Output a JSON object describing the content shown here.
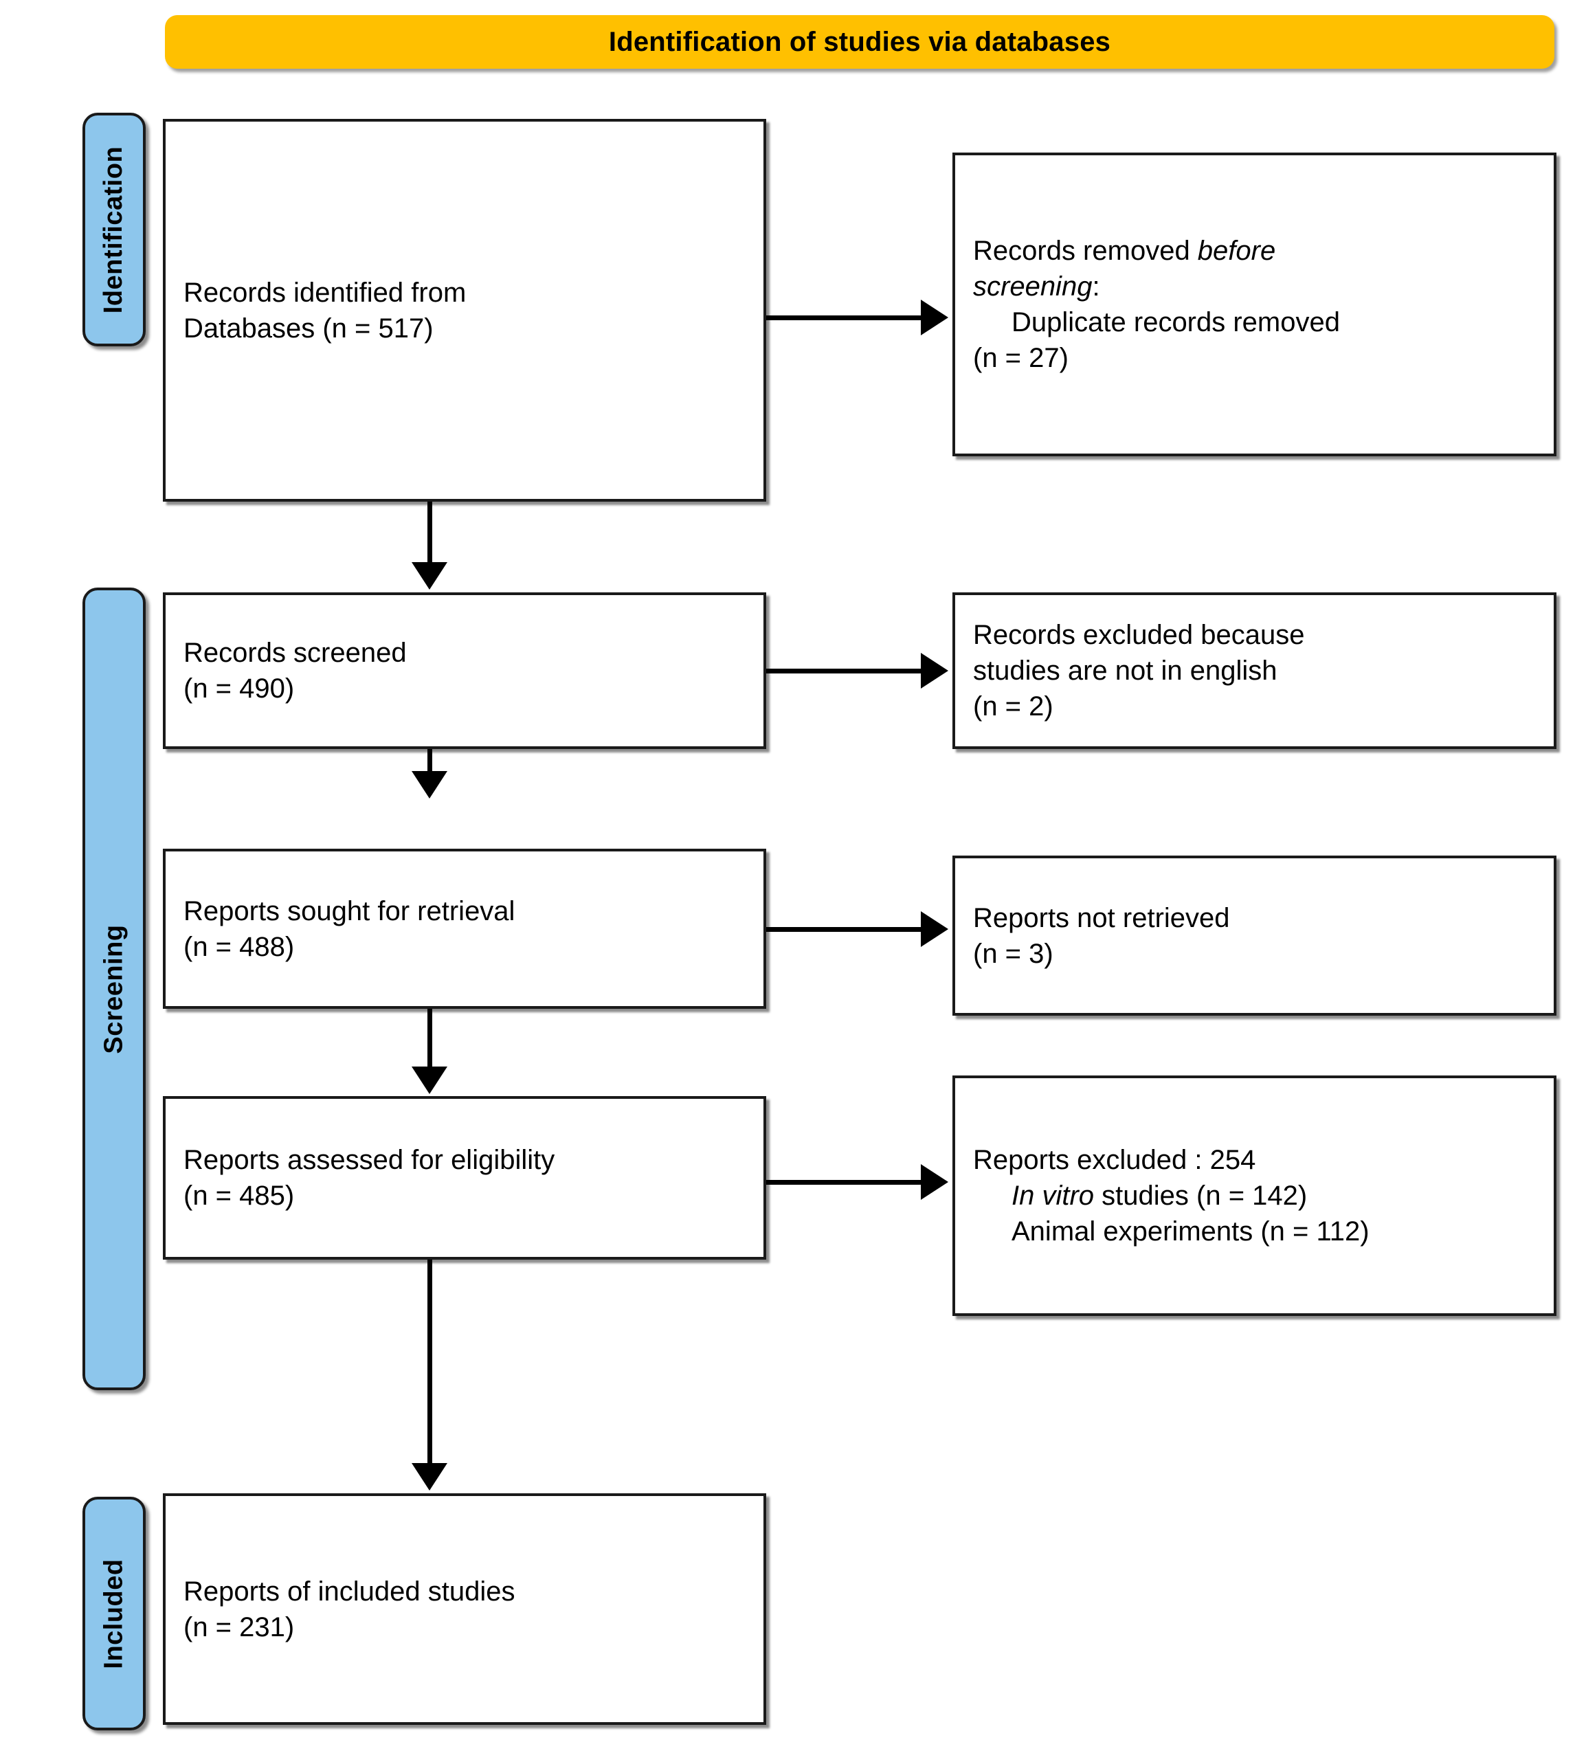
{
  "banner": {
    "title": "Identification of studies via databases"
  },
  "stages": [
    {
      "id": "identification",
      "label": "Identification"
    },
    {
      "id": "screening",
      "label": "Screening"
    },
    {
      "id": "included",
      "label": "Included"
    }
  ],
  "boxes": {
    "records_identified": {
      "line1": "Records identified from",
      "line2": "Databases (n = 517)"
    },
    "records_removed": {
      "line1_prefix": "Records removed ",
      "line1_italic": "before",
      "line2_italic": "screening",
      "line2_suffix": ":",
      "line3": "Duplicate records removed",
      "line4": "(n = 27)"
    },
    "records_screened": {
      "line1": "Records screened",
      "line2": "(n = 490)"
    },
    "records_excluded": {
      "line1": "Records excluded because",
      "line2": "studies are not in english",
      "line3": "(n = 2)"
    },
    "reports_sought": {
      "line1": "Reports sought for retrieval",
      "line2": "(n = 488)"
    },
    "reports_not_retrieved": {
      "line1": "Reports not retrieved",
      "line2": "(n = 3)"
    },
    "reports_assessed": {
      "line1": "Reports assessed for eligibility",
      "line2": "(n = 485)"
    },
    "reports_excluded": {
      "line1": "Reports excluded : 254",
      "line2_italic": "In vitro",
      "line2_suffix": " studies (n = 142)",
      "line3": "Animal experiments (n = 112)"
    },
    "reports_included": {
      "line1": "Reports of included studies",
      "line2": "(n = 231)"
    }
  },
  "colors": {
    "banner_fill": "#FFC000",
    "stage_fill": "#8DC6EC",
    "box_border": "#1a1a1a",
    "box_fill": "#FFFFFF",
    "connector": "#000000"
  },
  "chart_data": {
    "type": "table",
    "title": "PRISMA flow diagram — Identification of studies via databases",
    "stages": [
      "Identification",
      "Screening",
      "Included"
    ],
    "nodes": [
      {
        "stage": "Identification",
        "label": "Records identified from Databases",
        "n": 517
      },
      {
        "stage": "Identification",
        "label": "Duplicate records removed before screening",
        "n": 27
      },
      {
        "stage": "Screening",
        "label": "Records screened",
        "n": 490
      },
      {
        "stage": "Screening",
        "label": "Records excluded because studies are not in english",
        "n": 2
      },
      {
        "stage": "Screening",
        "label": "Reports sought for retrieval",
        "n": 488
      },
      {
        "stage": "Screening",
        "label": "Reports not retrieved",
        "n": 3
      },
      {
        "stage": "Screening",
        "label": "Reports assessed for eligibility",
        "n": 485
      },
      {
        "stage": "Screening",
        "label": "Reports excluded (total)",
        "n": 254
      },
      {
        "stage": "Screening",
        "label": "Reports excluded: In vitro studies",
        "n": 142
      },
      {
        "stage": "Screening",
        "label": "Reports excluded: Animal experiments",
        "n": 112
      },
      {
        "stage": "Included",
        "label": "Reports of included studies",
        "n": 231
      }
    ]
  }
}
